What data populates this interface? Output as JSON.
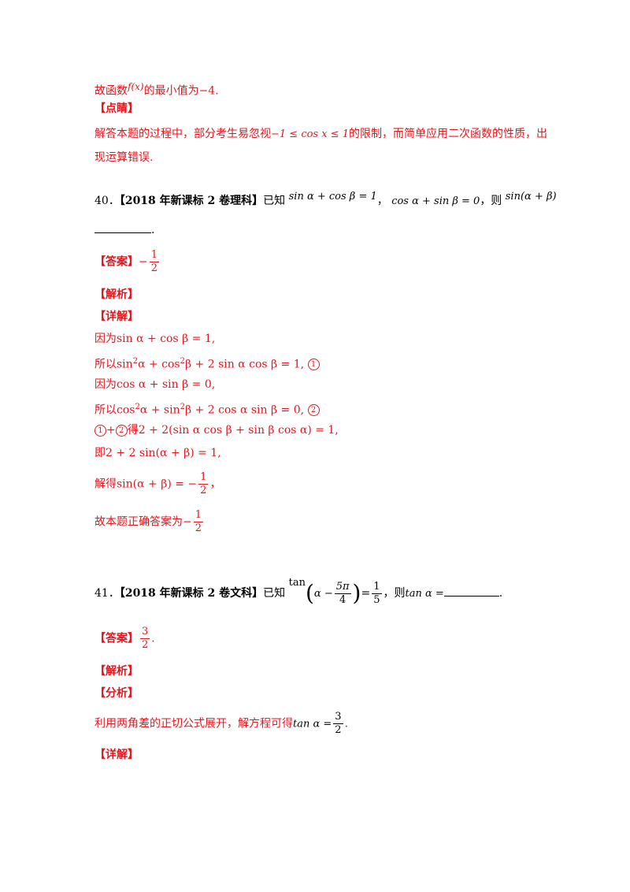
{
  "page": {
    "l1_a": "故函数",
    "l1_fx": "f(x)",
    "l1_b": "的最小值为",
    "l1_val": "−4",
    "l2": "【点睛】",
    "l3_a": "解答本题的过程中，部分考生易忽视",
    "l3_math": "−1 ≤ cos x ≤ 1",
    "l3_b": "的限制，而简单应用二次函数的性质，出",
    "l4": "现运算错误.",
    "q40_num": "40．",
    "q40_src": "【2018 年新课标 2 卷理科】",
    "q40_known": "已知",
    "q40_eq1": "sin α + cos β = 1",
    "q40_eq2": "cos α + sin β = 0",
    "q40_then": "，则",
    "q40_target": "sin(α + β)",
    "answer_label": "【答案】",
    "jiexi_label": "【解析】",
    "xiangjie_label": "【详解】",
    "s1_a": "因为",
    "s1_m": "sin α + cos β = 1,",
    "s2_a": "所以",
    "s2_m1": "sin",
    "s2_m2": "α + cos",
    "s2_m3": "β + 2 sin α cos β = 1,",
    "s3_a": "因为",
    "s3_m": "cos α + sin β = 0,",
    "s4_a": "所以",
    "s4_m1": "cos",
    "s4_m2": "α + sin",
    "s4_m3": "β + 2 cos α sin β = 0,",
    "s5_a": "+",
    "s5_b": "得",
    "s5_m": "2 + 2(sin α cos β + sin β cos α) = 1,",
    "s6_a": "即",
    "s6_m": "2 + 2 sin(α + β) = 1,",
    "s7_a": "解得",
    "s7_m": "sin(α + β) = −",
    "s8_a": "故本题正确答案为",
    "circ1": "1",
    "circ2": "2",
    "q41_num": "41．",
    "q41_src": "【2018 年新课标 2 卷文科】",
    "q41_known": "已知",
    "q41_tan": "tan",
    "q41_alpha": "α −",
    "q41_5pi": "5π",
    "q41_4": "4",
    "q41_eq": "=",
    "q41_then": "，则",
    "q41_tan2": "tan α =",
    "fenxi_label": "【分析】",
    "f1_a": "利用两角差的正切公式展开，解方程可得",
    "f1_m": "tan α =",
    "frac_1": "1",
    "frac_2": "2",
    "frac_3": "3",
    "frac_5": "5",
    "minus": "−",
    "sq": "2",
    "comma": "，",
    "period": ".",
    "dot": "."
  }
}
